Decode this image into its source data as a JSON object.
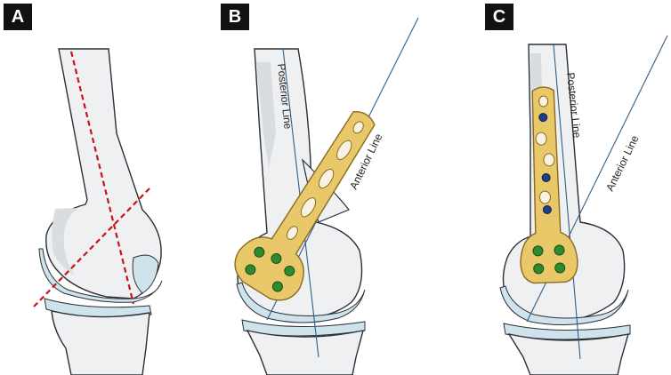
{
  "panels": [
    {
      "label": "A"
    },
    {
      "label": "B",
      "posterior_label": "Posterior Line",
      "anterior_label": "Anterior Line"
    },
    {
      "label": "C",
      "posterior_label": "Posterior Line",
      "anterior_label": "Anterior Line"
    }
  ],
  "colors": {
    "bone_fill": "#eef0f2",
    "bone_shade": "#d9dde2",
    "bone_outline": "#2c2f36",
    "cartilage": "#cfe3ec",
    "osteotomy_line": "#c8141b",
    "guide_line": "#2f5f8a",
    "plate_fill": "#e9c86a",
    "plate_outline": "#8a6a1f",
    "locking_screw": "#2f8a2f",
    "cortical_screw": "#1e3f88"
  }
}
